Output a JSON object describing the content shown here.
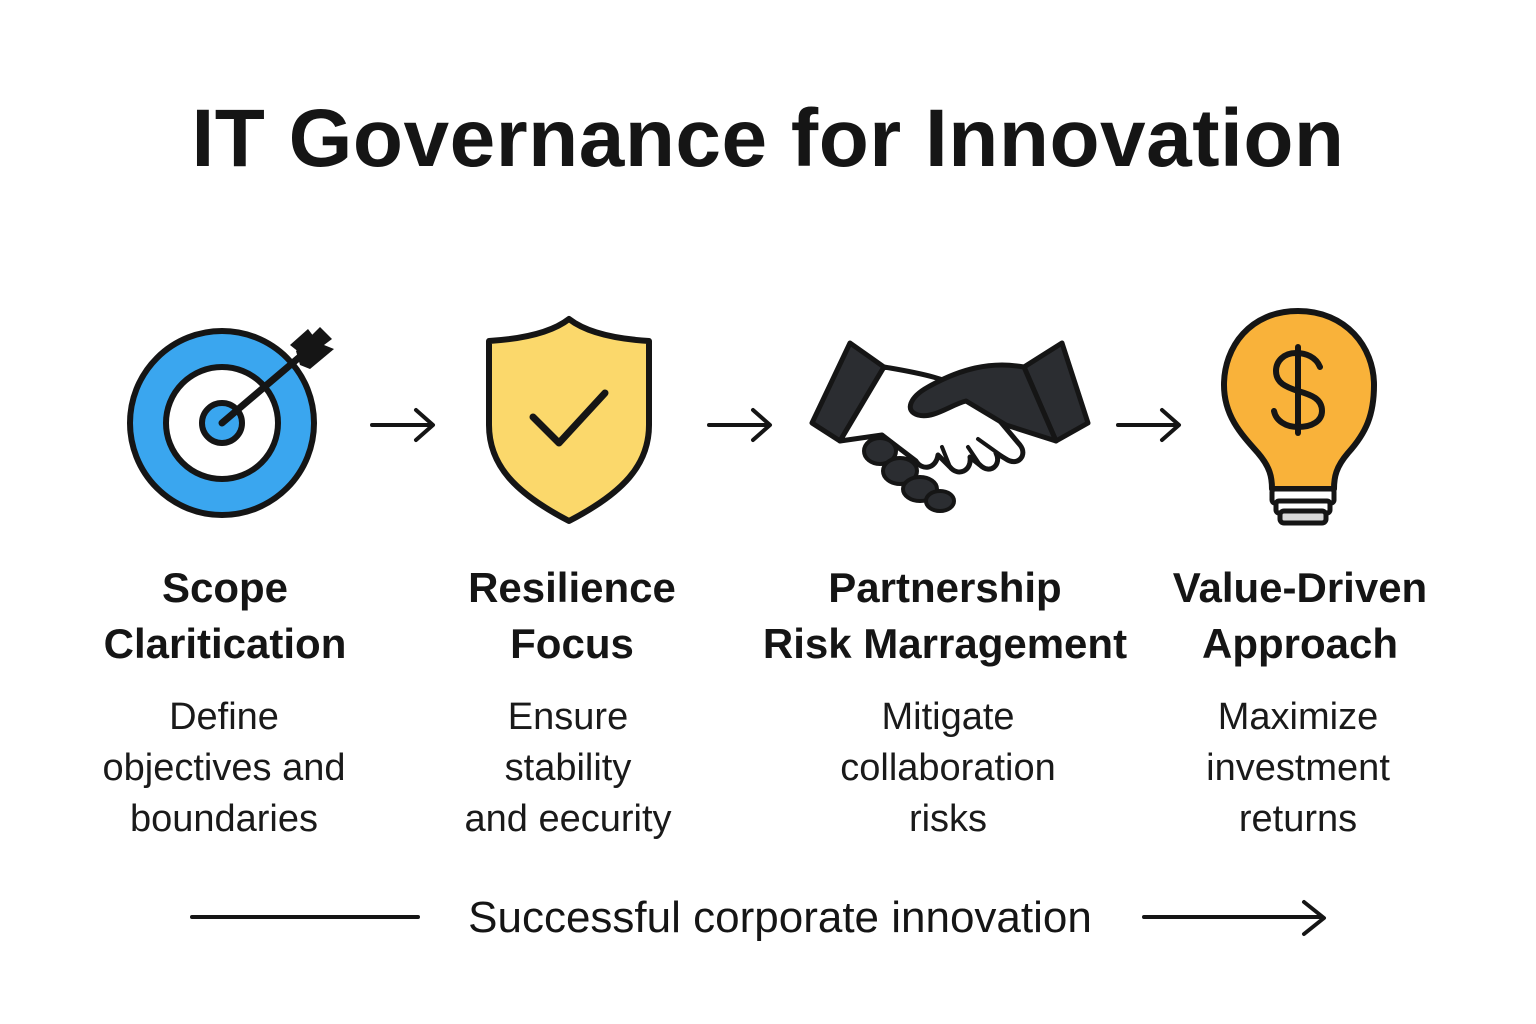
{
  "title": "IT Governance for Innovation",
  "steps": [
    {
      "icon": "target-icon",
      "heading_lines": [
        "Scope",
        "Claritication"
      ],
      "desc_lines": [
        "Define",
        "objectives and",
        "boundaries"
      ]
    },
    {
      "icon": "shield-check-icon",
      "heading_lines": [
        "Resilience",
        "Focus"
      ],
      "desc_lines": [
        "Ensure",
        "stability",
        "and eecurity"
      ]
    },
    {
      "icon": "handshake-icon",
      "heading_lines": [
        "Partnership",
        "Risk Marragement"
      ],
      "desc_lines": [
        "Mitigate",
        "collaboration",
        "risks"
      ]
    },
    {
      "icon": "lightbulb-dollar-icon",
      "heading_lines": [
        "Value-Driven",
        "Approach"
      ],
      "desc_lines": [
        "Maximize",
        "investment",
        "returns"
      ]
    }
  ],
  "footer": {
    "label": "Successful corporate innovation"
  },
  "colors": {
    "target_blue": "#3aa6ef",
    "shield_yellow": "#fbd86b",
    "bulb_orange": "#f9b23a",
    "outline": "#151515"
  }
}
